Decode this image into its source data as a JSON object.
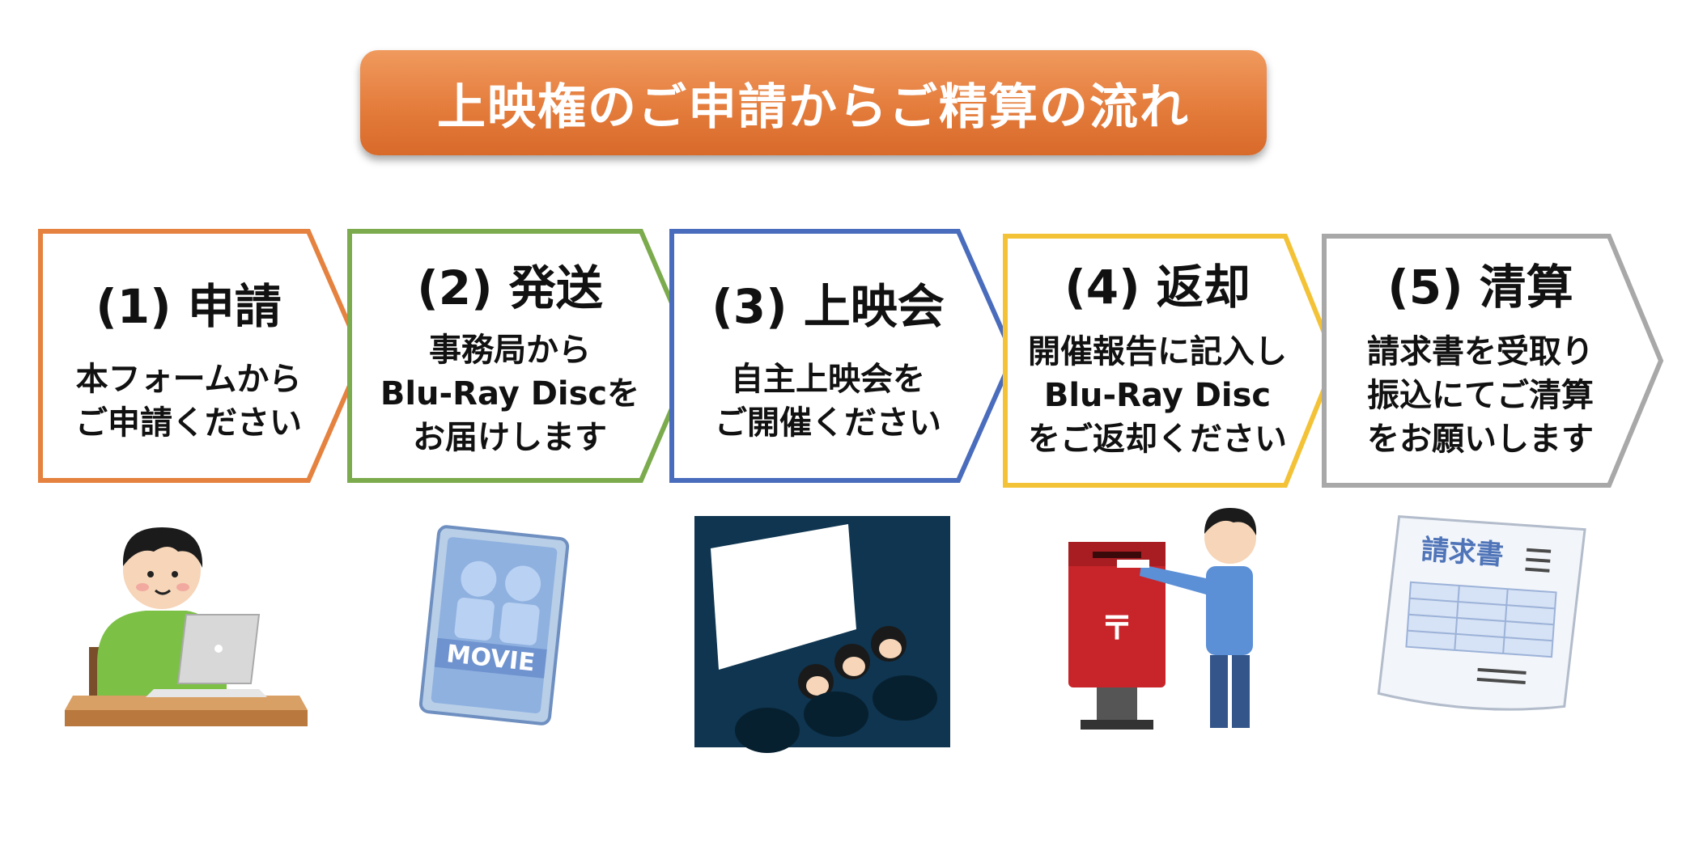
{
  "banner": {
    "title": "上映権のご申請からご精算の流れ"
  },
  "colors": {
    "banner": "#e47c3c",
    "step1": "#e5823f",
    "step2": "#7bab4c",
    "step3": "#4a6cbc",
    "step4": "#f3c236",
    "step5": "#a8a8a8"
  },
  "steps": [
    {
      "title": "(1) 申請",
      "lines": [
        "本フォームから",
        "ご申請ください"
      ],
      "icon": "person-at-laptop-icon"
    },
    {
      "title": "(2) 発送",
      "lines": [
        "事務局から",
        "Blu-Ray Discを",
        "お届けします"
      ],
      "icon": "movie-disc-case-icon"
    },
    {
      "title": "(3) 上映会",
      "lines": [
        "自主上映会を",
        "ご開催ください"
      ],
      "icon": "movie-theater-icon"
    },
    {
      "title": "(4) 返却",
      "lines": [
        "開催報告に記入し",
        "Blu-Ray Disc",
        "をご返却ください"
      ],
      "icon": "mailbox-return-icon"
    },
    {
      "title": "(5) 清算",
      "lines": [
        "請求書を受取り",
        "振込にてご清算",
        "をお願いします"
      ],
      "icon": "invoice-icon"
    }
  ],
  "illustrations": {
    "disc_label": "MOVIE",
    "invoice_label": "請求書",
    "postal_mark": "〒"
  }
}
